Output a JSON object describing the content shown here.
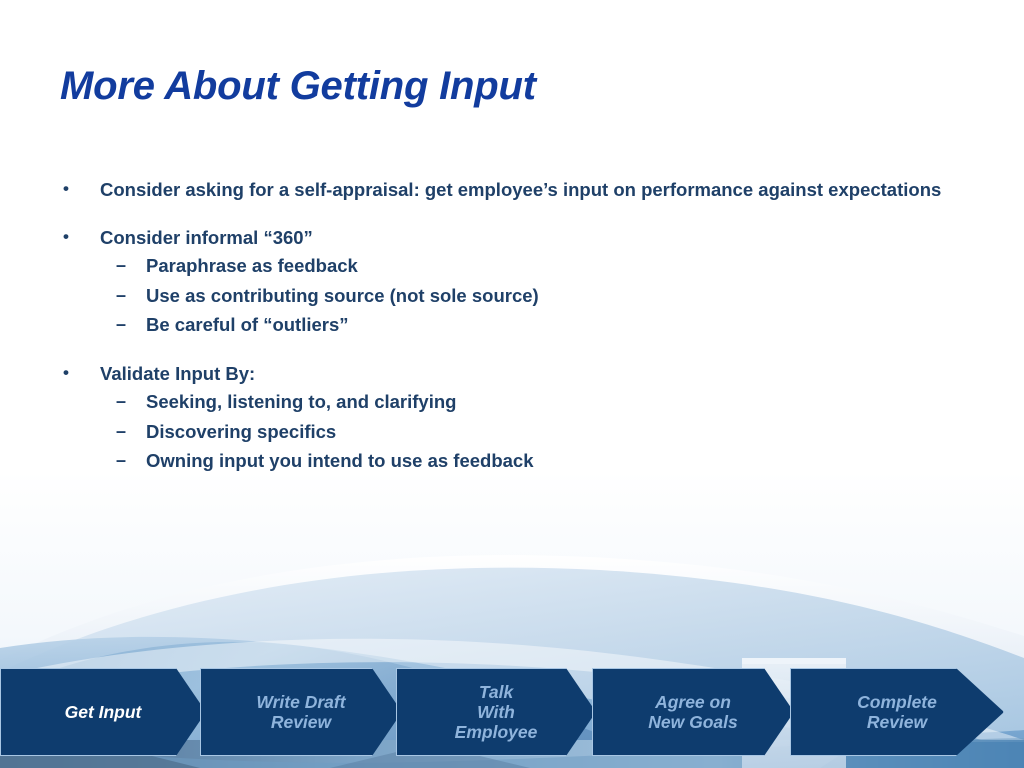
{
  "slide": {
    "title": "More About Getting Input",
    "title_color": "#123C9E",
    "body_color": "#1F4068",
    "background_color": "#FFFFFF"
  },
  "content": {
    "groups": [
      {
        "bullet_marker": "•",
        "bullet_text": "Consider asking for a self-appraisal: get employee’s input on performance against expectations",
        "sub_items": []
      },
      {
        "bullet_marker": "•",
        "bullet_text": "Consider informal “360”",
        "sub_items": [
          {
            "marker": "–",
            "text": "Paraphrase as feedback"
          },
          {
            "marker": "–",
            "text": "Use as contributing source (not sole source)"
          },
          {
            "marker": "–",
            "text": "Be careful of “outliers”"
          }
        ]
      },
      {
        "bullet_marker": "•",
        "bullet_text": "Validate Input By:",
        "sub_items": [
          {
            "marker": "–",
            "text": "Seeking, listening to, and clarifying"
          },
          {
            "marker": "–",
            "text": "Discovering specifics"
          },
          {
            "marker": "–",
            "text": "Owning input you intend to use as feedback"
          }
        ]
      }
    ]
  },
  "process_bar": {
    "fill_color": "#0E3C6E",
    "border_color": "#A8C6E4",
    "inactive_text_color": "#8FB4DC",
    "active_text_color": "#FFFFFF",
    "steps": [
      {
        "lines": [
          "Get Input"
        ],
        "active": true
      },
      {
        "lines": [
          "Write Draft",
          "Review"
        ],
        "active": false
      },
      {
        "lines": [
          "Talk",
          "With",
          "Employee"
        ],
        "active": false
      },
      {
        "lines": [
          "Agree on",
          "New Goals"
        ],
        "active": false
      },
      {
        "lines": [
          "Complete",
          "Review"
        ],
        "active": false
      }
    ]
  }
}
